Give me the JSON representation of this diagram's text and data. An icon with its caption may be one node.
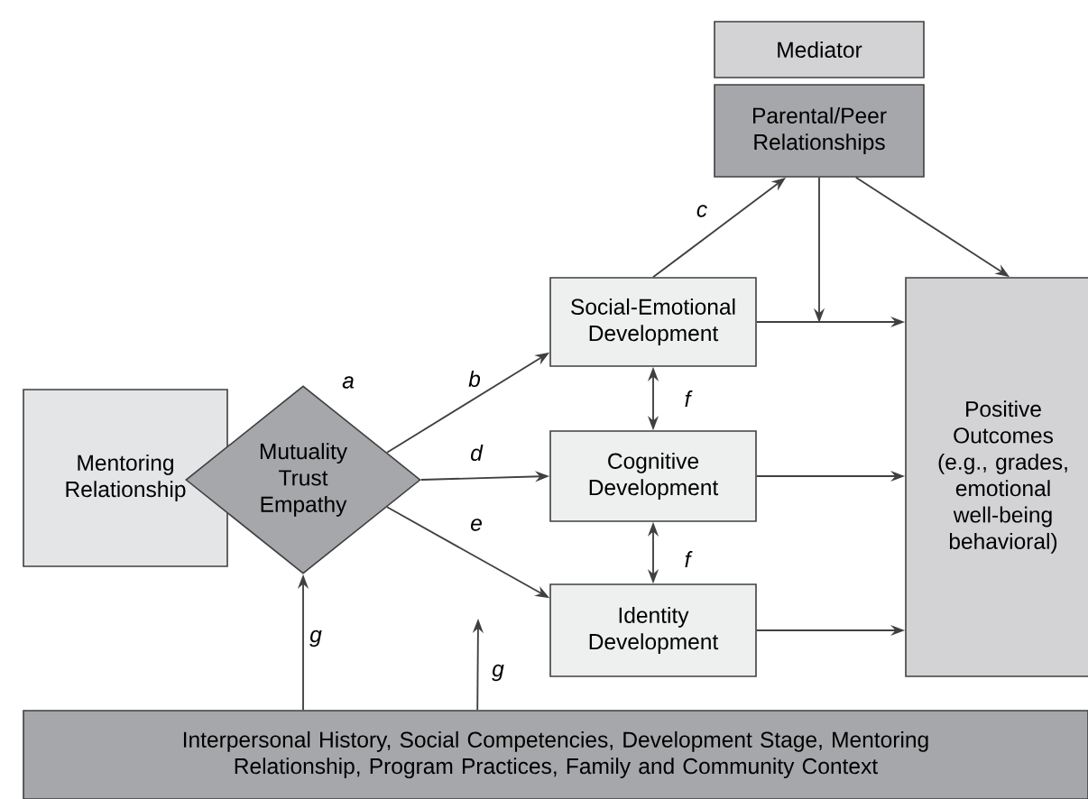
{
  "diagram": {
    "nodes": [
      {
        "text": [
          "Mediator"
        ]
      },
      {
        "text": [
          "Parental/Peer Relationships"
        ]
      },
      {
        "text": [
          "Mentoring Relationship"
        ]
      },
      {
        "text": [
          "Mutuality Trust Empathy"
        ],
        "beside": [
          "a"
        ]
      },
      {
        "text": [
          "Social-Emotional Development"
        ]
      },
      {
        "text": [
          "Cognitive Development"
        ]
      },
      {
        "text": [
          "Identity Development"
        ]
      },
      {
        "text": [
          "Positive Outcomes (e.g., grades, emotional well-being behavioral)"
        ]
      },
      {
        "text": [
          "Interpersonal History, Social Competencies, Development Stage, Mentoring Relationship, Program Practices, Family and Community Context"
        ]
      }
    ],
    "edges": [
      {
        "from": 3,
        "to": 4,
        "arrow": "to",
        "label": "b"
      },
      {
        "from": 3,
        "to": 5,
        "arrow": "to",
        "label": "d"
      },
      {
        "from": 3,
        "to": 6,
        "arrow": "to",
        "label": "e"
      },
      {
        "from": 4,
        "to": 1,
        "arrow": "to",
        "label": "c"
      },
      {
        "from": 1,
        "to": 7,
        "arrow": "to"
      },
      {
        "from": 1,
        "to": null,
        "arrow": "to"
      },
      {
        "from": 4,
        "to": 7,
        "arrow": "to"
      },
      {
        "from": 5,
        "to": 7,
        "arrow": "to"
      },
      {
        "from": 6,
        "to": 7,
        "arrow": "to"
      },
      {
        "from": 4,
        "to": 5,
        "arrow": "both",
        "label": "f"
      },
      {
        "from": 5,
        "to": 6,
        "arrow": "both",
        "label": "f"
      },
      {
        "from": 8,
        "to": 3,
        "arrow": "to",
        "label": "g"
      },
      {
        "from": 8,
        "to": null,
        "arrow": "to",
        "label": "g"
      }
    ]
  }
}
